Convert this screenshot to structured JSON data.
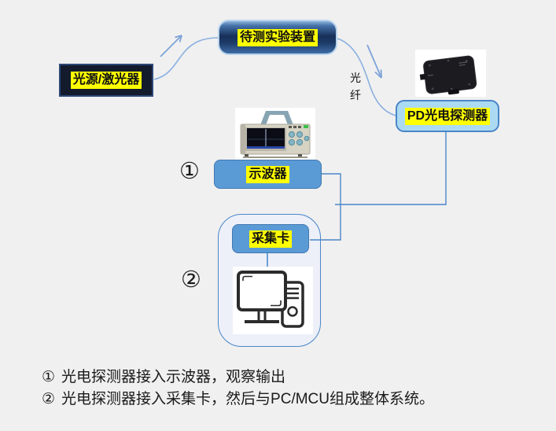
{
  "diagram": {
    "light_source": {
      "label": "光源/激光器"
    },
    "device_under_test": {
      "label": "待测实验装置"
    },
    "fiber_label": "光纤",
    "photodetector": {
      "label": "PD光电探测器"
    },
    "oscilloscope": {
      "label": "示波器"
    },
    "daq_card": {
      "label": "采集卡"
    },
    "step1_marker": "①",
    "step2_marker": "②"
  },
  "notes": [
    {
      "marker": "①",
      "text": "光电探测器接入示波器，观察输出"
    },
    {
      "marker": "②",
      "text": "光电探测器接入采集卡，然后与PC/MCU组成整体系统。"
    }
  ],
  "icons": {
    "photodetector_image": "black-photodetector-module-photo",
    "oscilloscope_image": "benchtop-oscilloscope-photo",
    "computer_icon": "desktop-computer-line-icon"
  },
  "colors": {
    "background": "#f0f0f0",
    "highlight": "#ffff00",
    "box_blue": "#5b9bd5",
    "box_blue_border": "#4177b0",
    "pd_fill": "#abdaf2",
    "pd_border": "#4a86c8",
    "dark_box": "#141b2c",
    "dark_box_border": "#2c4878",
    "container_fill": "#edf0f8",
    "connector": "#4a86c8",
    "curve": "#8ab0e0",
    "text": "#1a1a1a"
  }
}
